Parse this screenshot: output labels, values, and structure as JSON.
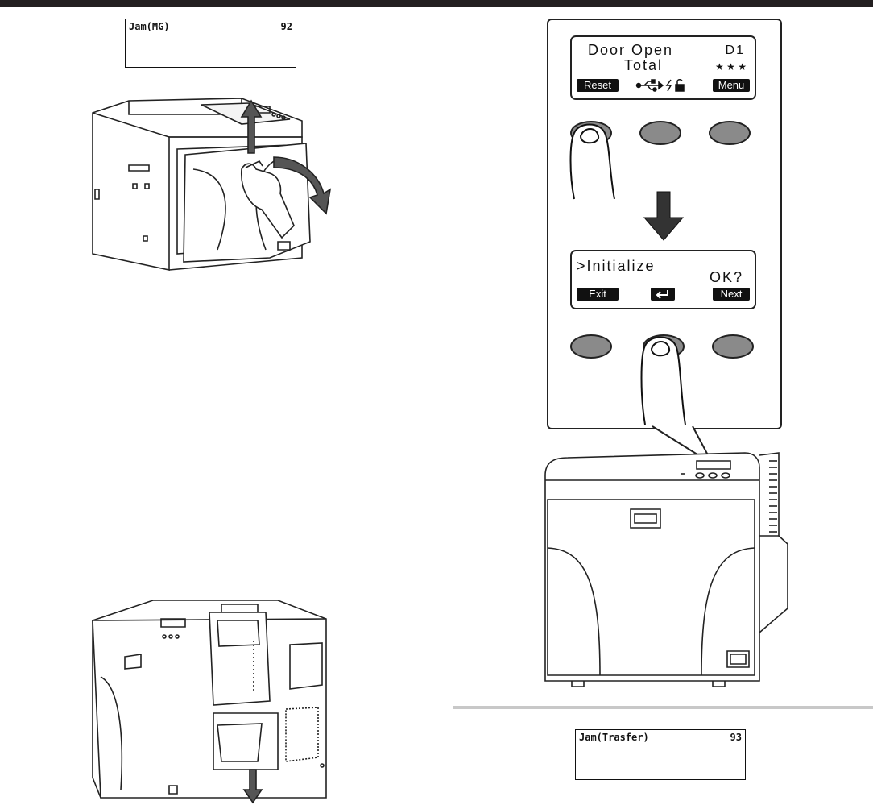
{
  "lcd_top_left": {
    "message": "Jam(MG)",
    "code": "92"
  },
  "panel_top": {
    "line1": "Door Open",
    "status_code": "D1",
    "line2": "Total",
    "stars": "★ ★ ★",
    "left_key": "Reset",
    "right_key": "Menu"
  },
  "panel_bottom": {
    "line1": ">Initialize",
    "prompt": "OK?",
    "left_key": "Exit",
    "right_key": "Next"
  },
  "lcd_bottom_right": {
    "message": "Jam(Trasfer)",
    "code": "93"
  }
}
